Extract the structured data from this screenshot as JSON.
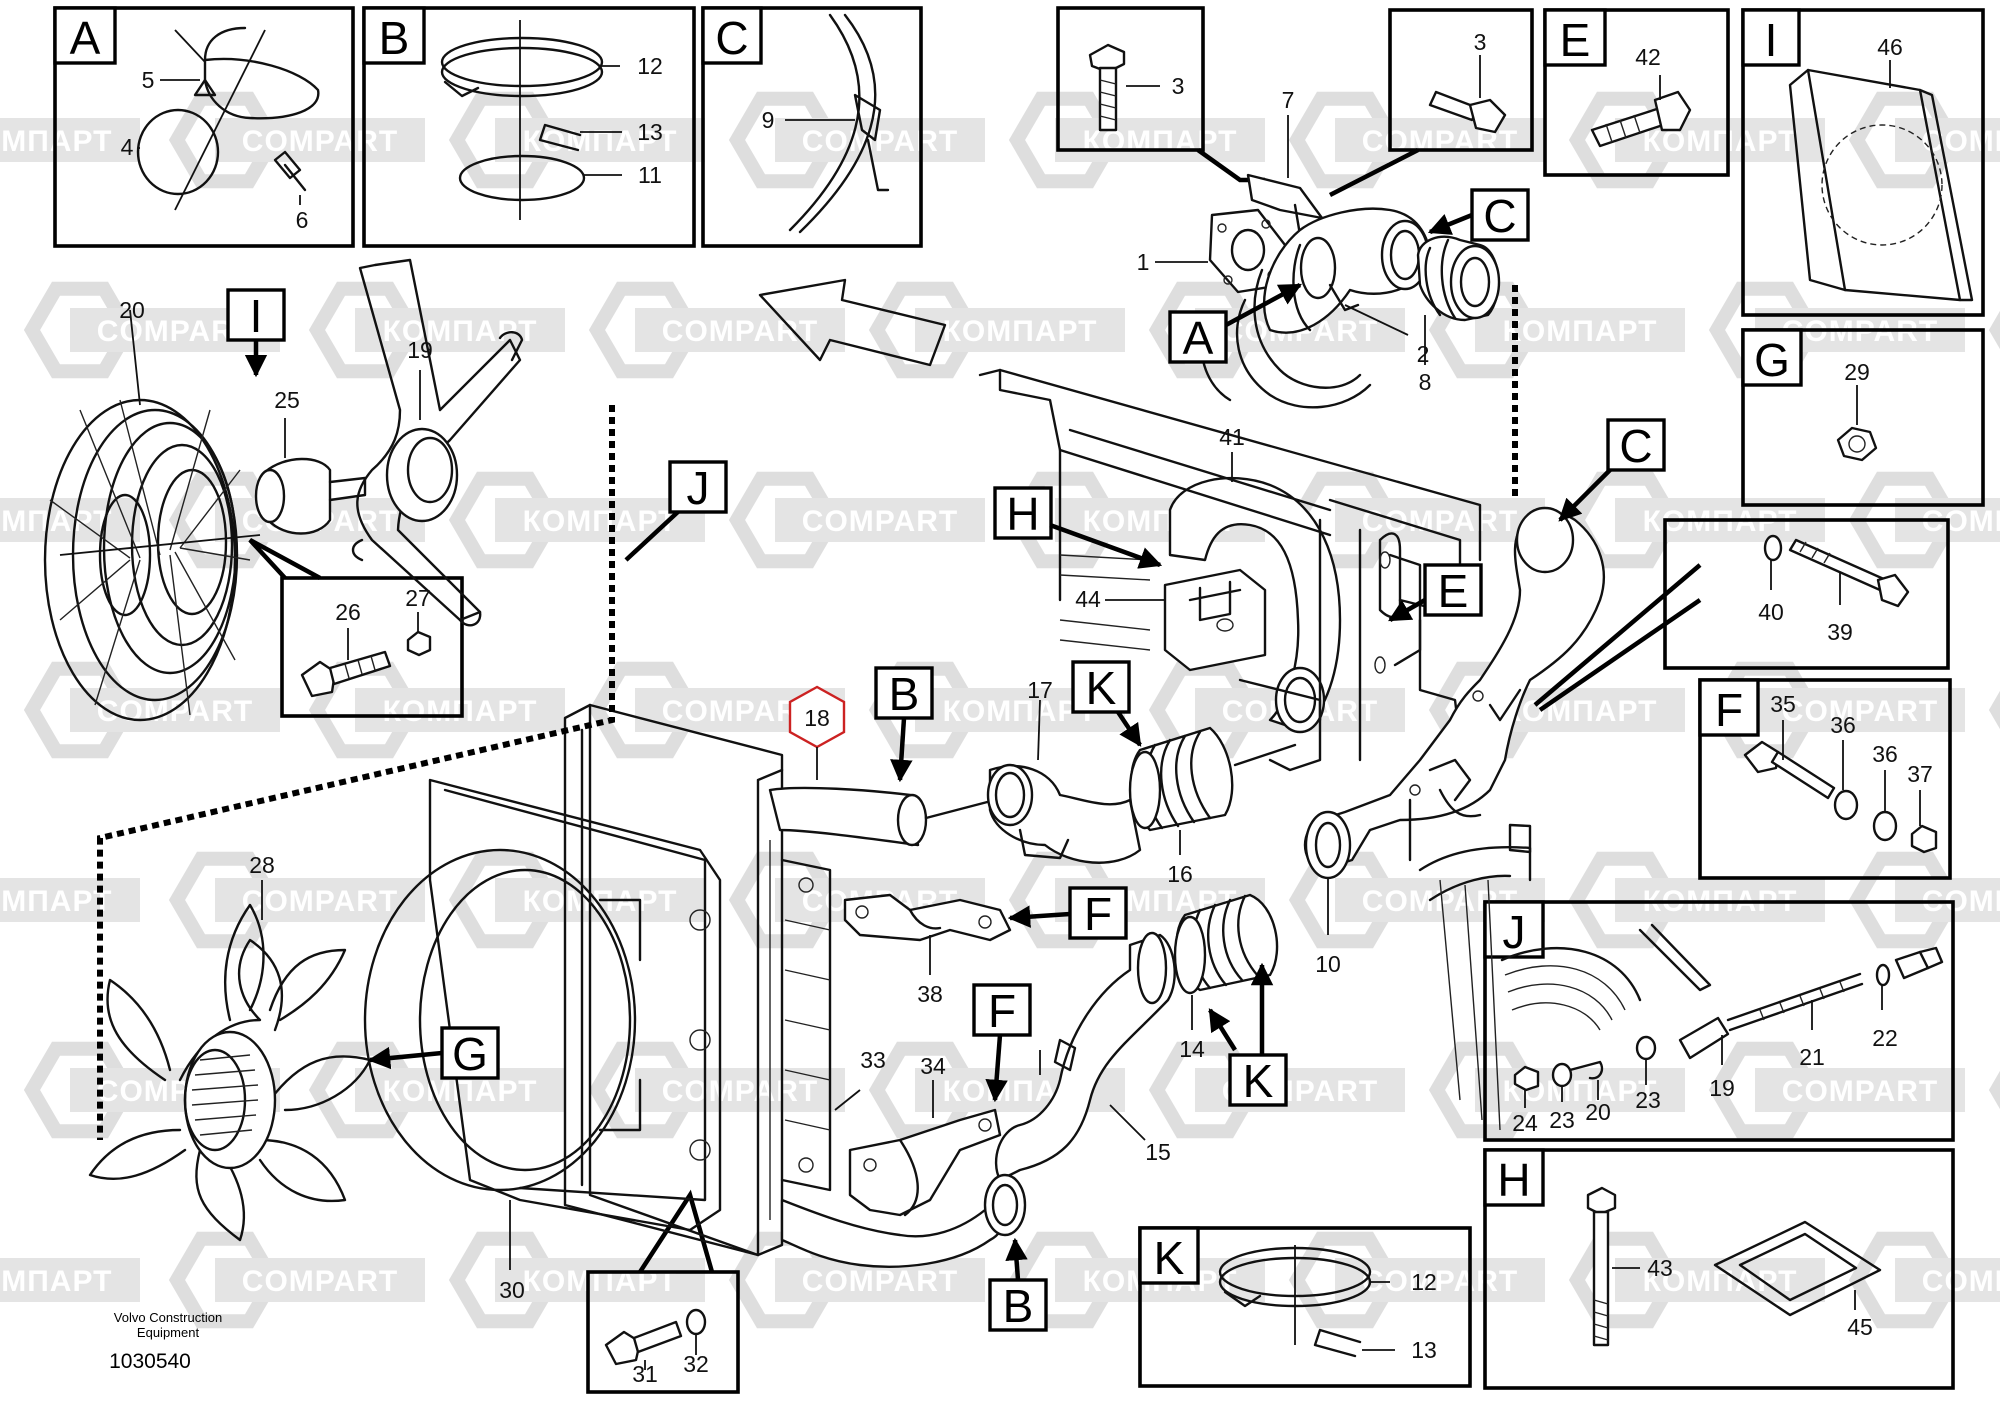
{
  "watermark": {
    "text_latin": "COMPART",
    "text_cyrillic": "КОМПАРТ"
  },
  "footer": {
    "brand_line1": "Volvo Construction",
    "brand_line2": "Equipment",
    "drawing_number": "1030540"
  },
  "highlight_color": "#cc2222",
  "boxes": {
    "A": {
      "letter": "A",
      "labels": [
        "5",
        "4",
        "6"
      ]
    },
    "B": {
      "letter": "B",
      "labels": [
        "12",
        "13",
        "11"
      ]
    },
    "C": {
      "letter": "C",
      "labels": [
        "9"
      ]
    },
    "box3a": {
      "labels": [
        "3"
      ]
    },
    "box3b": {
      "labels": [
        "3"
      ]
    },
    "E": {
      "letter": "E",
      "labels": [
        "42"
      ]
    },
    "I": {
      "letter": "I",
      "labels": [
        "46"
      ]
    },
    "G": {
      "letter": "G",
      "labels": [
        "29"
      ]
    },
    "box4039": {
      "labels": [
        "40",
        "39"
      ]
    },
    "F": {
      "letter": "F",
      "labels": [
        "35",
        "36",
        "36",
        "37"
      ]
    },
    "J": {
      "letter": "J",
      "labels": [
        "22",
        "21",
        "19",
        "23",
        "20",
        "23",
        "24"
      ]
    },
    "H": {
      "letter": "H",
      "labels": [
        "43",
        "45"
      ]
    },
    "K": {
      "letter": "K",
      "labels": [
        "12",
        "13"
      ]
    },
    "box2627": {
      "labels": [
        "26",
        "27"
      ]
    },
    "box3132": {
      "labels": [
        "31",
        "32"
      ]
    }
  },
  "callouts": {
    "main_letters": [
      "I",
      "J",
      "A",
      "C",
      "C",
      "H",
      "E",
      "B",
      "K",
      "F",
      "G",
      "F",
      "K",
      "B"
    ],
    "part_numbers": {
      "p20": "20",
      "p19": "19",
      "p25": "25",
      "p28": "28",
      "p30": "30",
      "p18": "18",
      "p17": "17",
      "p16": "16",
      "p41": "41",
      "p44": "44",
      "p7": "7",
      "p1": "1",
      "p2": "2",
      "p8": "8",
      "p10": "10",
      "p14": "14",
      "p15": "15",
      "p33": "33",
      "p34": "34",
      "p38": "38"
    }
  }
}
